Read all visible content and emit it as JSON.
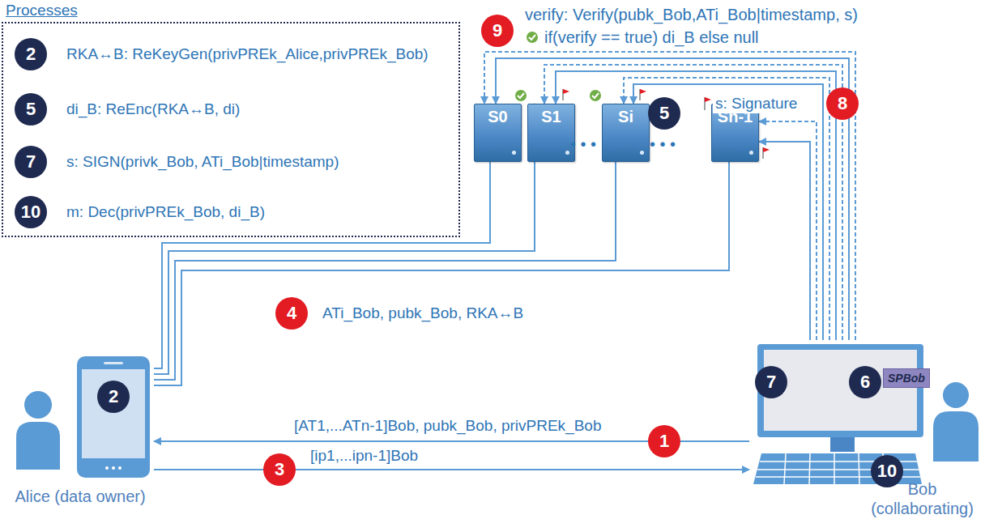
{
  "diagram": {
    "nodes": [
      {
        "text": [
          "Processes",
          "RKA↔B: ReKeyGen(privPREk_Alice,privPREk_Bob)",
          "di_B: ReEnc(RKA↔B, di)",
          "s: SIGN(privk_Bob, ATi_Bob|timestamp)",
          "m: Dec(privPREk_Bob, di_B)"
        ]
      },
      {
        "text": [
          "S0"
        ]
      },
      {
        "text": [
          "S1"
        ]
      },
      {
        "text": [
          "Si"
        ]
      },
      {
        "text": [
          "Sn-1"
        ]
      },
      {
        "text": [
          "Alice (data owner)"
        ]
      },
      {
        "text": [
          "Bob (collaborating)"
        ]
      },
      {
        "text": [
          "SPBob"
        ],
        "in": 6
      }
    ],
    "edges": [
      {
        "from": 6,
        "to": 5,
        "arrow": "to",
        "label": "[AT1,...ATn-1]Bob, pubk_Bob, privPREk_Bob"
      },
      {
        "from": 5,
        "to": 6,
        "arrow": "to",
        "label": "[ip1,...ipn-1]Bob"
      },
      {
        "from": 5,
        "to": 1,
        "arrow": "to"
      },
      {
        "from": 5,
        "to": 2,
        "arrow": "to"
      },
      {
        "from": 5,
        "to": 3,
        "arrow": "to"
      },
      {
        "from": 5,
        "to": 4,
        "arrow": "to",
        "label": "ATi_Bob, pubk_Bob, RKA↔B"
      },
      {
        "from": 6,
        "to": 1,
        "arrow": "to"
      },
      {
        "from": 6,
        "to": 2,
        "arrow": "to"
      },
      {
        "from": 6,
        "to": 3,
        "arrow": "to"
      },
      {
        "from": 6,
        "to": 4,
        "arrow": "to",
        "label": "s: Signature"
      },
      {
        "from": 6,
        "to": 1,
        "arrow": "to"
      },
      {
        "from": 6,
        "to": 2,
        "arrow": "to"
      },
      {
        "from": 6,
        "to": 3,
        "arrow": "to"
      },
      {
        "from": 6,
        "to": 4,
        "arrow": "to"
      }
    ],
    "labels": [
      "2",
      "5",
      "7",
      "10",
      "9",
      "8",
      "5",
      "1",
      "4",
      "3",
      "2",
      "7",
      "6",
      "10",
      "verify: Verify(pubk_Bob,ATi_Bob|timestamp, s)",
      "if(verify == true) di_B else null",
      "• • •",
      "• • •"
    ]
  }
}
